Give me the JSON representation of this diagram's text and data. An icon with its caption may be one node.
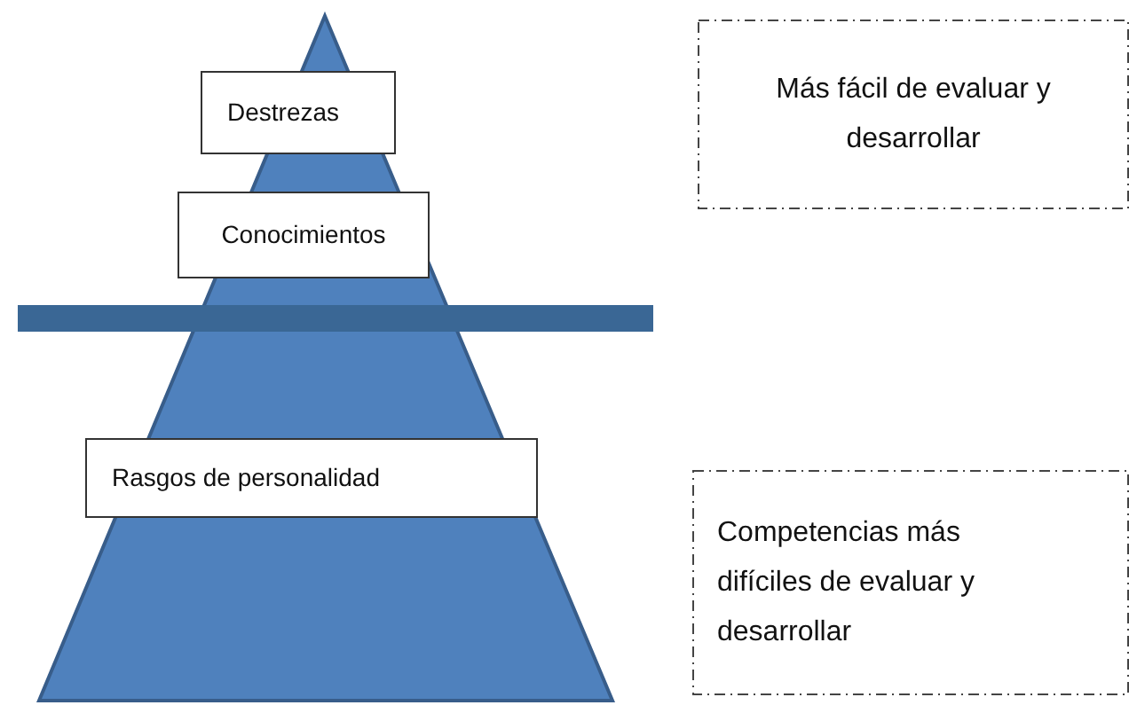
{
  "diagram": {
    "nodes": [
      {
        "text": [
          "Destrezas"
        ]
      },
      {
        "text": [
          "Conocimientos"
        ]
      },
      {
        "text": [
          "Rasgos de personalidad"
        ]
      },
      {
        "text": [
          "Más fácil de evaluar y desarrollar"
        ]
      },
      {
        "text": [
          "Competencias más difíciles de evaluar y desarrollar"
        ]
      }
    ]
  }
}
